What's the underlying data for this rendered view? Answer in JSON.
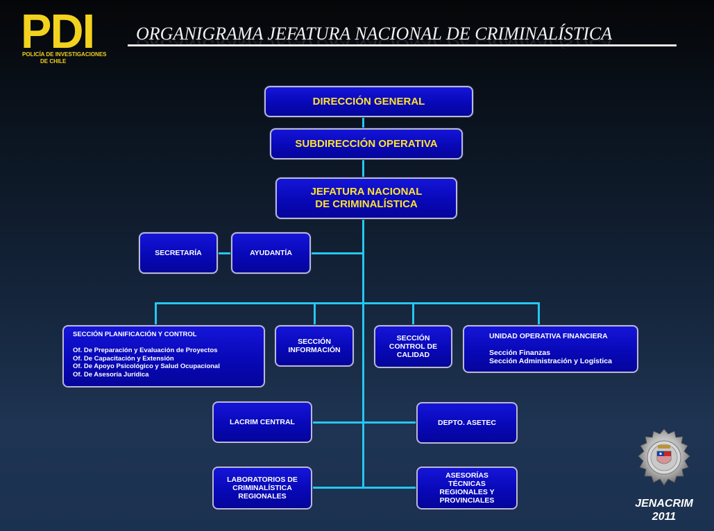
{
  "header": {
    "logo_text": "PDI",
    "logo_sub_line1": "POLICÍA DE INVESTIGACIONES",
    "logo_sub_line2": "DE CHILE",
    "title": "ORGANIGRAMA JEFATURA  NACIONAL DE CRIMINALÍSTICA"
  },
  "nodes": {
    "direccion_general": "DIRECCIÓN GENERAL",
    "subdireccion_operativa": "SUBDIRECCIÓN OPERATIVA",
    "jefatura_nacional": "JEFATURA NACIONAL\nDE CRIMINALÍSTICA",
    "secretaria": "SECRETARÍA",
    "ayudantia": "AYUDANTÍA",
    "seccion_planificacion": "SECCIÓN  PLANIFICACIÓN  Y CONTROL\n\nOf. De Preparación y Evaluación de Proyectos\nOf. De Capacitación y Extensión\nOf. De  Apoyo Psicológico  y  Salud Ocupacional\nOf. De Asesoría Jurídica",
    "seccion_informacion": "SECCIÓN\nINFORMACIÓN",
    "seccion_control_calidad": "SECCIÓN\nCONTROL DE\nCALIDAD",
    "unidad_operativa_financiera": "UNIDAD OPERATIVA FINANCIERA\n\nSección Finanzas\nSección Administración y Logística",
    "lacrim_central": "LACRIM CENTRAL",
    "depto_asetec": "DEPTO. ASETEC",
    "laboratorios_regionales": "LABORATORIOS DE\nCRIMINALÍSTICA\nREGIONALES",
    "asesorias_tecnicas": "ASESORÍAS\nTÉCNICAS\nREGIONALES Y\nPROVINCIALES"
  },
  "footer": {
    "brand": "JENACRIM",
    "year": "2011"
  },
  "colors": {
    "box_fill": "#0a0ac0",
    "connector": "#26c7f0",
    "title_text": "#ffe22e",
    "logo": "#f2d21e"
  }
}
